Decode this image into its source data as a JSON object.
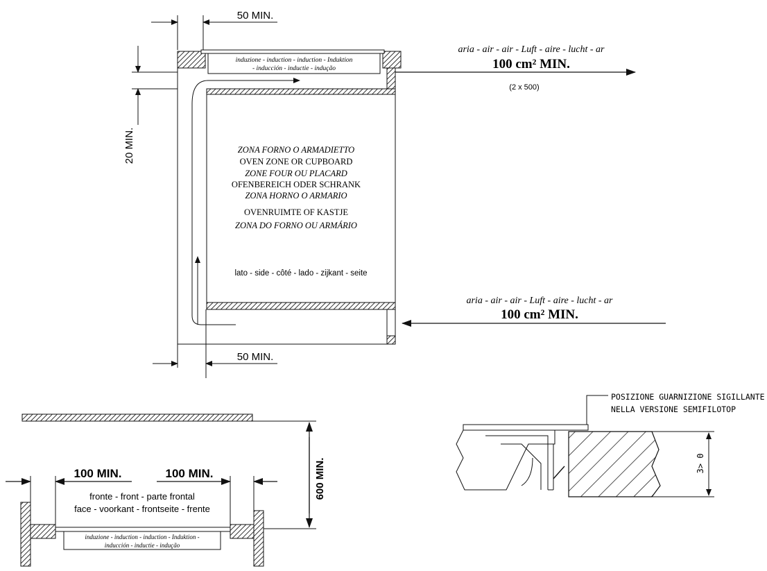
{
  "top_diagram": {
    "dim_top_gap": "50 MIN.",
    "dim_bottom_gap": "50 MIN.",
    "dim_height": "20 MIN.",
    "hob_label_line1": "induzione - induction - induction - Induktion",
    "hob_label_line2": "- inducción - inductie - indução",
    "oven_zone": [
      "ZONA FORNO O ARMADIETTO",
      "OVEN ZONE OR CUPBOARD",
      "ZONE FOUR OU PLACARD",
      "OFENBEREICH ODER SCHRANK",
      "ZONA HORNO O ARMARIO",
      "OVENRUIMTE OF KASTJE",
      "ZONA DO FORNO OU ARMÁRIO"
    ],
    "side_label": "lato - side - côté - lado - zijkant - seite",
    "air_out_label": "aria - air - air - Luft - aire - lucht - ar",
    "air_out_value": "100 cm² MIN.",
    "air_out_note": "(2 x 500)",
    "air_in_label": "aria - air - air - Luft - aire - lucht - ar",
    "air_in_value": "100 cm² MIN."
  },
  "bottom_left_diagram": {
    "dim_left": "100 MIN.",
    "dim_right": "100 MIN.",
    "dim_vertical": "600 MIN.",
    "front_line1": "fronte - front - parte frontal",
    "front_line2": "face - voorkant - frontseite - frente",
    "hob_label_line1": "induzione - induction - induction - Induktion -",
    "hob_label_line2": "inducción - inductie - indução"
  },
  "bottom_right_diagram": {
    "seal_line1": "POSIZIONE GUARNIZIONE SIGILLANTE",
    "seal_line2": "NELLA VERSIONE SEMIFILOTOP",
    "dim_label": "3> 0"
  }
}
